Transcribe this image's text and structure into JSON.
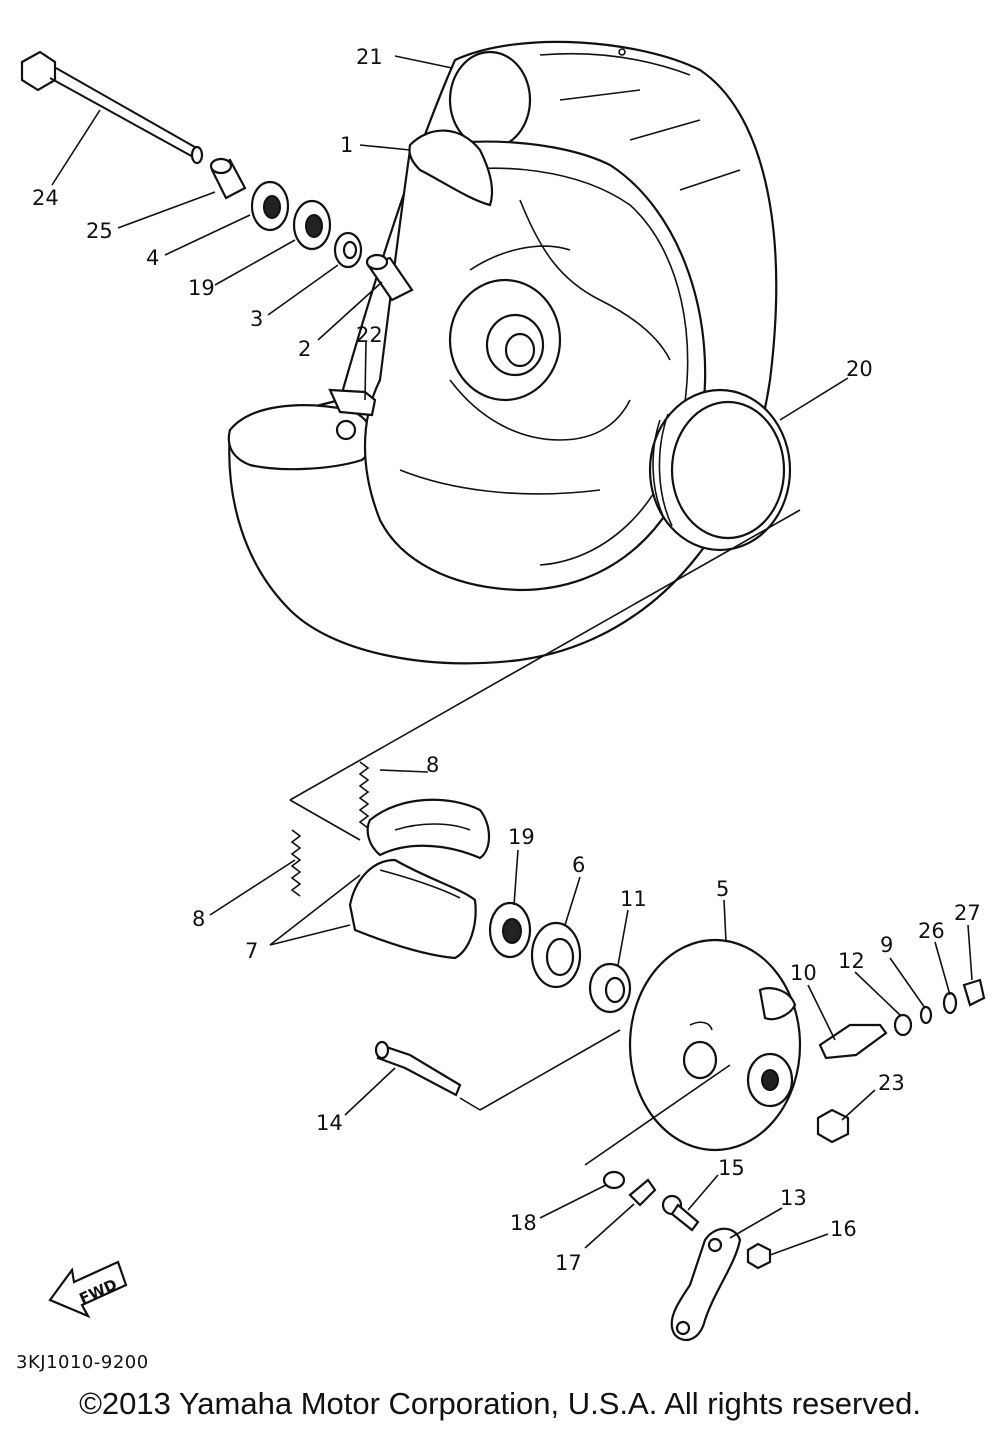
{
  "callouts": {
    "c21": "21",
    "c1": "1",
    "c24": "24",
    "c25": "25",
    "c4": "4",
    "c19a": "19",
    "c3": "3",
    "c2": "2",
    "c22": "22",
    "c20": "20",
    "c8a": "8",
    "c8b": "8",
    "c7": "7",
    "c19b": "19",
    "c6": "6",
    "c11": "11",
    "c5": "5",
    "c10": "10",
    "c12": "12",
    "c9": "9",
    "c26": "26",
    "c27": "27",
    "c23": "23",
    "c14": "14",
    "c18": "18",
    "c17": "17",
    "c15": "15",
    "c13": "13",
    "c16": "16"
  },
  "fwd_label": "FWD",
  "drawing_code": "3KJ1010-9200",
  "copyright": "©2013 Yamaha Motor Corporation, U.S.A. All rights reserved."
}
